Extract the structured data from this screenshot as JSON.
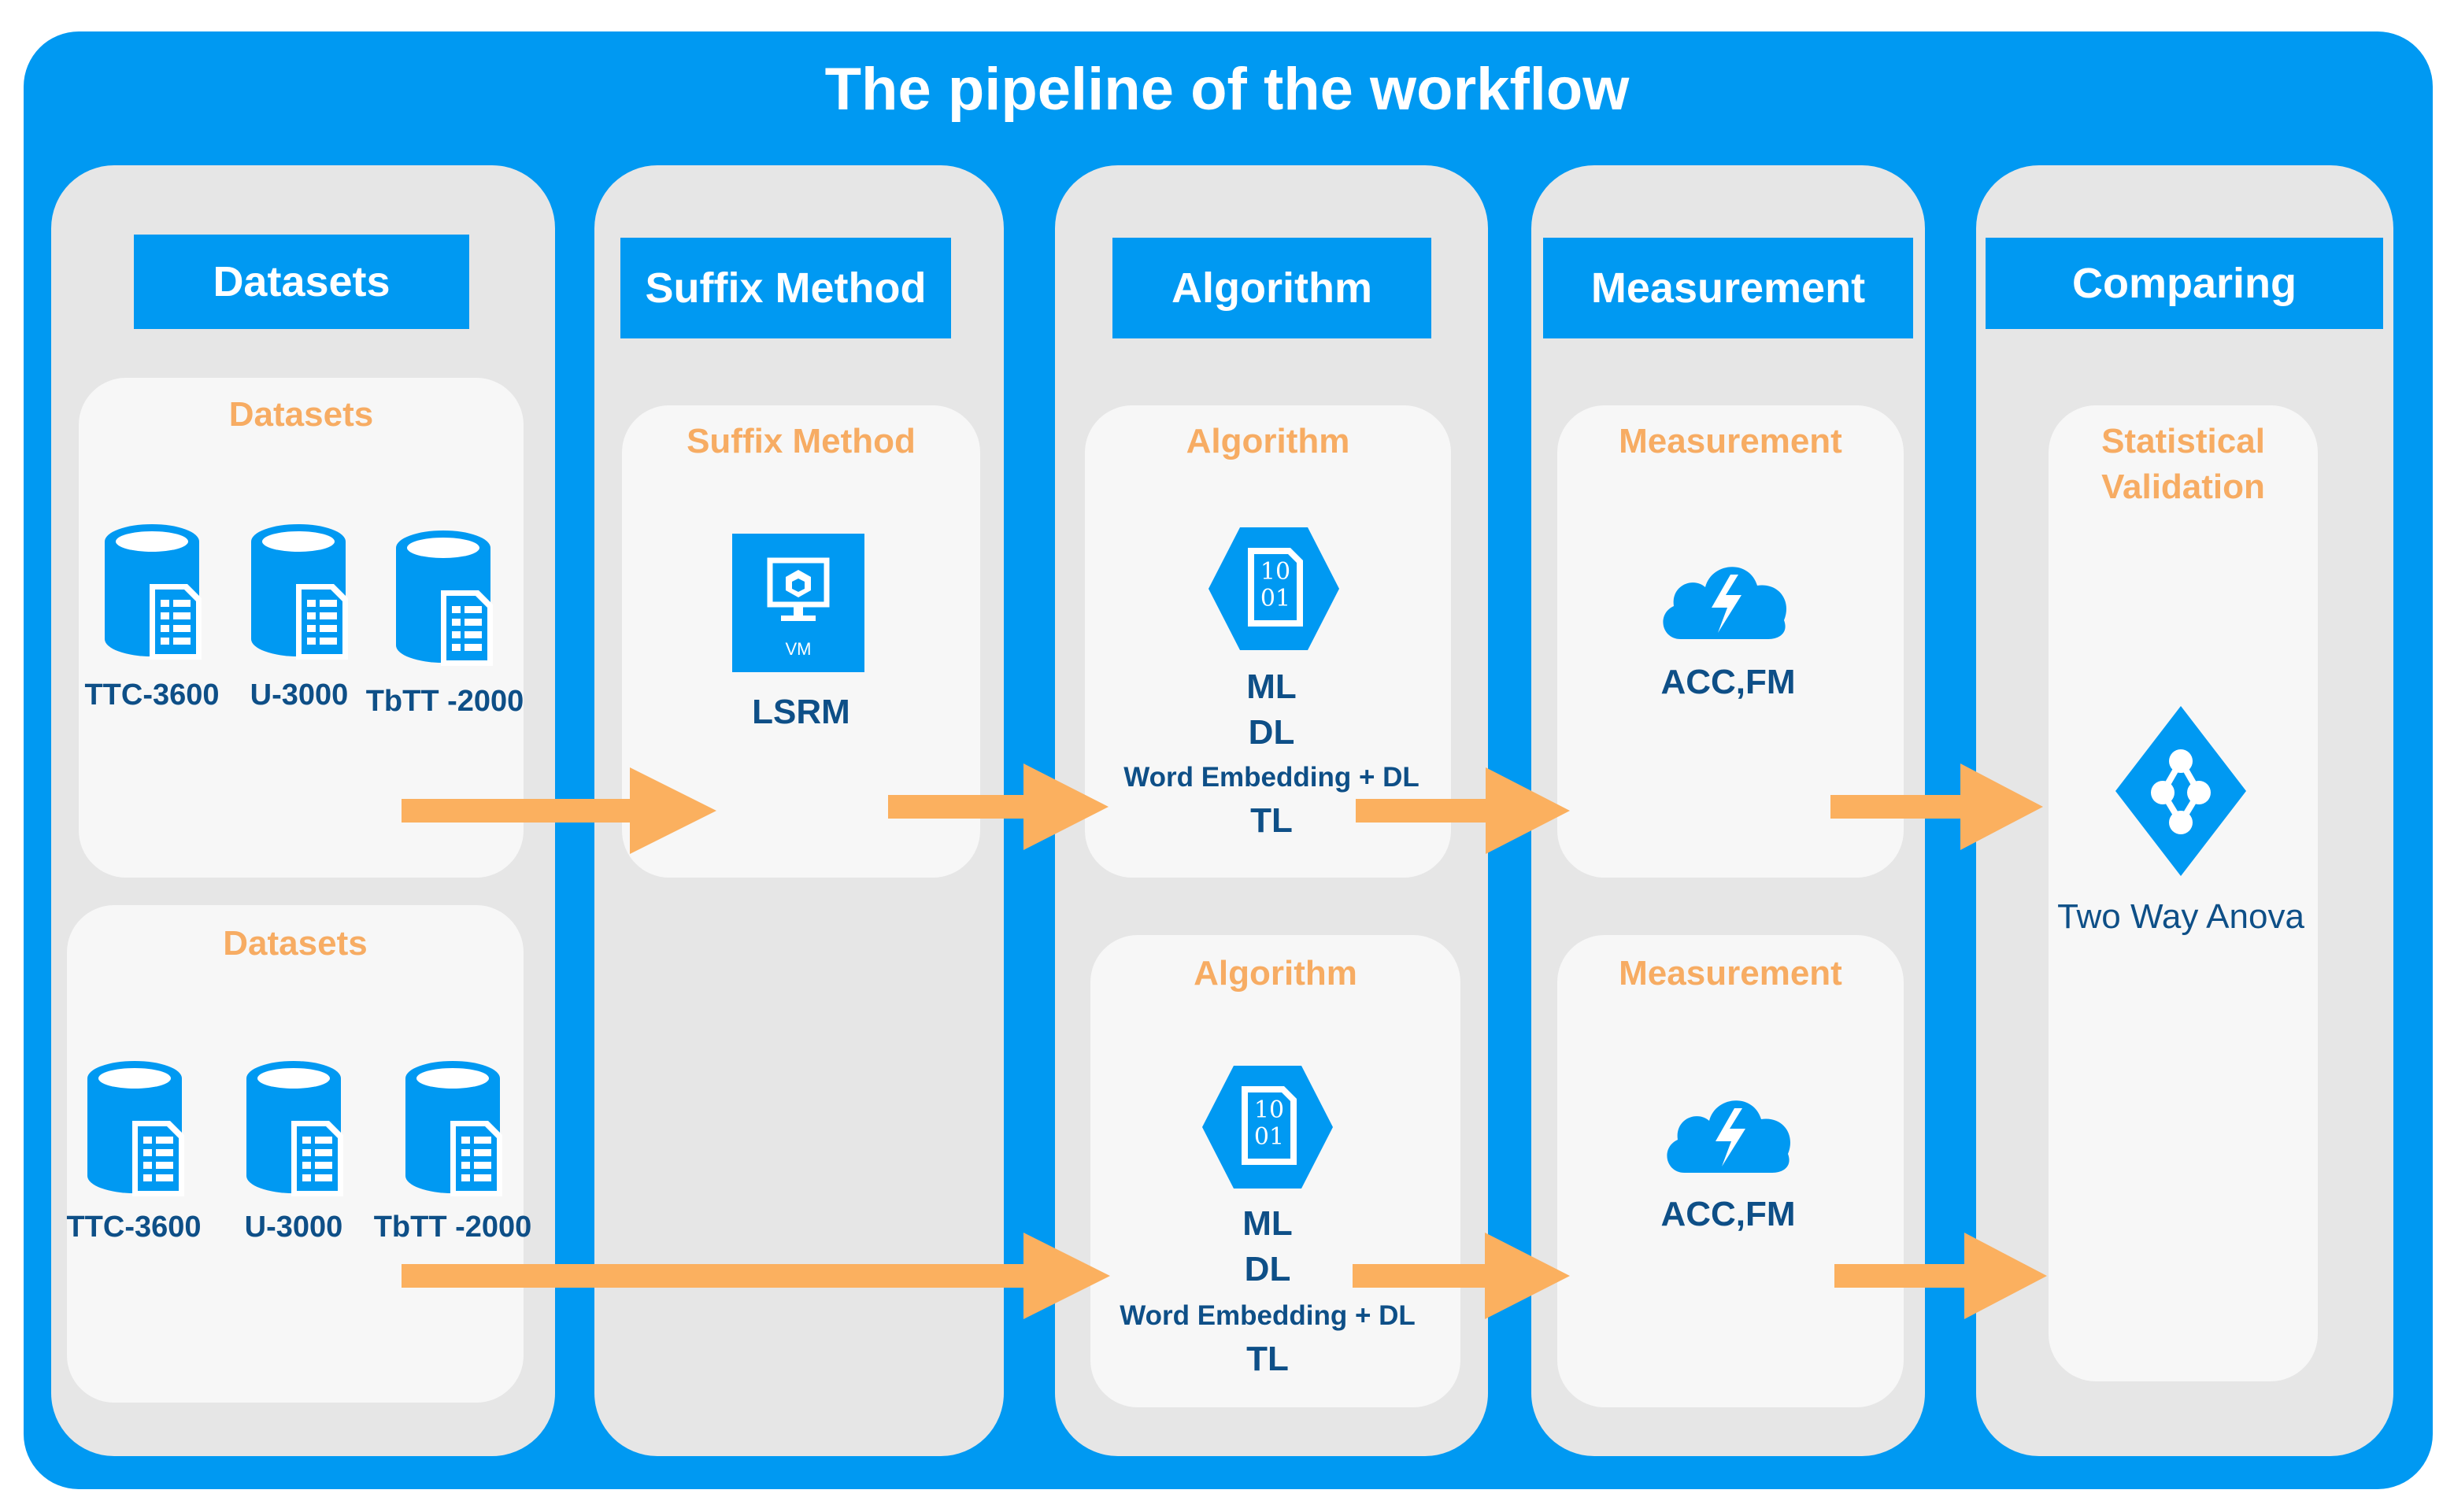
{
  "title": "The pipeline of the workflow",
  "colors": {
    "frame": "#0099f2",
    "column": "#e6e6e6",
    "card": "#f7f7f7",
    "card_title": "#f7ac63",
    "text_dark": "#0e4f87",
    "arrow": "#fbb05f"
  },
  "columns": {
    "datasets": "Datasets",
    "suffix": "Suffix Method",
    "algorithm": "Algorithm",
    "measurement": "Measurement",
    "comparing": "Comparing"
  },
  "datasets_top": {
    "title": "Datasets",
    "items": [
      "TTC-3600",
      "U-3000",
      "TbTT -2000"
    ],
    "icon": "database-document-icon"
  },
  "datasets_bottom": {
    "title": "Datasets",
    "items": [
      "TTC-3600",
      "U-3000",
      "TbTT -2000"
    ],
    "icon": "database-document-icon"
  },
  "suffix_card": {
    "title": "Suffix Method",
    "vm_label": "VM",
    "label": "LSRM",
    "icon": "virtual-machine-icon"
  },
  "algorithm_top": {
    "title": "Algorithm",
    "icon_digits": [
      "10",
      "01"
    ],
    "lines": [
      "ML",
      "DL",
      "Word Embedding + DL",
      "TL"
    ],
    "icon": "binary-file-hexagon-icon"
  },
  "algorithm_bottom": {
    "title": "Algorithm",
    "icon_digits": [
      "10",
      "01"
    ],
    "lines": [
      "ML",
      "DL",
      "Word Embedding + DL",
      "TL"
    ],
    "icon": "binary-file-hexagon-icon"
  },
  "measurement_top": {
    "title": "Measurement",
    "label": "ACC,FM",
    "icon": "cloud-lightning-icon"
  },
  "measurement_bottom": {
    "title": "Measurement",
    "label": "ACC,FM",
    "icon": "cloud-lightning-icon"
  },
  "comparing_card": {
    "title_line1": "Statistical",
    "title_line2": "Validation",
    "label": "Two Way Anova",
    "icon": "network-diamond-icon"
  }
}
